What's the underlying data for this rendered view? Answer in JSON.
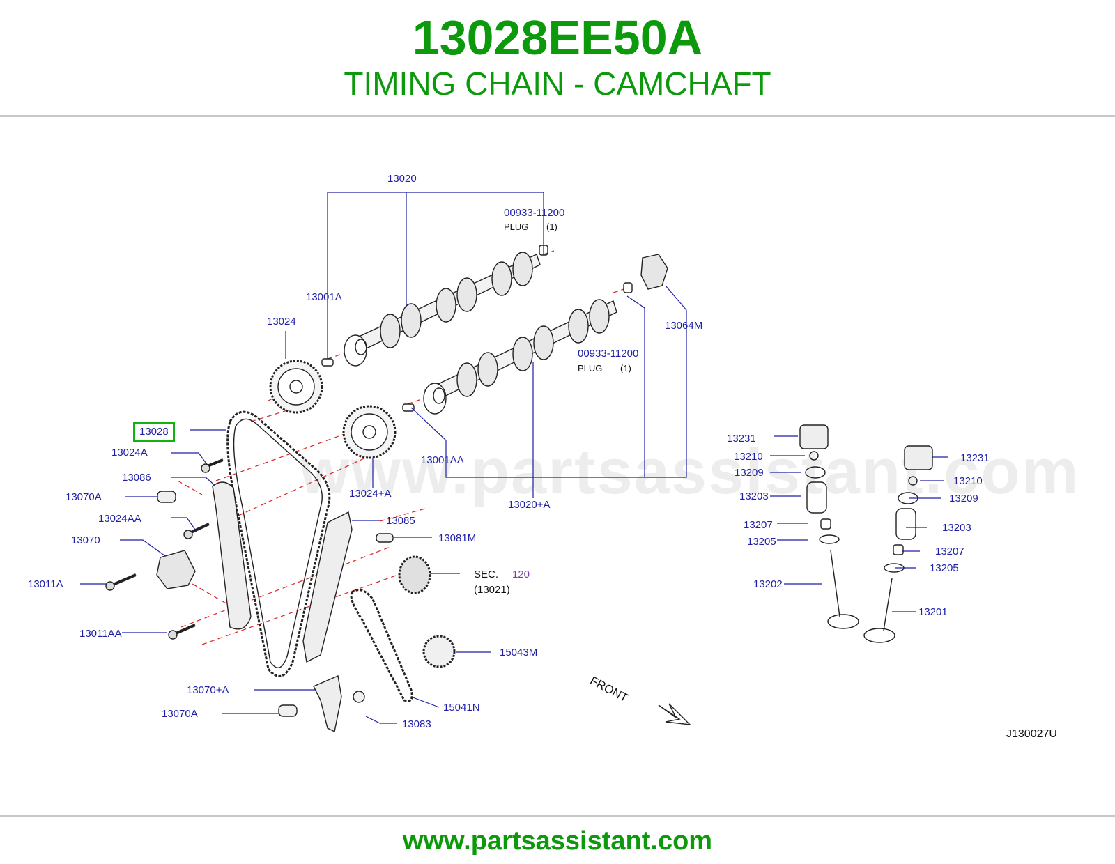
{
  "header": {
    "part_number": "13028EE50A",
    "description": "TIMING CHAIN - CAMCHAFT"
  },
  "diagram": {
    "watermark": "www.partsassistant.com",
    "code": "J130027U",
    "front_label": "FRONT",
    "labels": {
      "l13020": "13020",
      "l00933a": "00933-11200",
      "plug_a": "PLUG",
      "plug_a_qty": "(1)",
      "l13001A": "13001A",
      "l13024": "13024",
      "l13064M": "13064M",
      "l00933b": "00933-11200",
      "plug_b": "PLUG",
      "plug_b_qty": "(1)",
      "l13028": "13028",
      "l13024A": "13024A",
      "l13001AA": "13001AA",
      "l13086": "13086",
      "l13024pA": "13024+A",
      "l13020pA": "13020+A",
      "l13070A_top": "13070A",
      "l13024AA": "13024AA",
      "l13085": "13085",
      "l13070": "13070",
      "l13081M": "13081M",
      "l13011A": "13011A",
      "sec": "SEC.",
      "sec_num": "120",
      "sec_sub": "(13021)",
      "l13011AA": "13011AA",
      "l15043M": "15043M",
      "l13070pA": "13070+A",
      "l15041N": "15041N",
      "l13070A_bot": "13070A",
      "l13083": "13083",
      "l13231_l": "13231",
      "l13210_l": "13210",
      "l13209_l": "13209",
      "l13203_l": "13203",
      "l13207_l": "13207",
      "l13205_l": "13205",
      "l13202": "13202",
      "l13231_r": "13231",
      "l13210_r": "13210",
      "l13209_r": "13209",
      "l13203_r": "13203",
      "l13207_r": "13207",
      "l13205_r": "13205",
      "l13201": "13201"
    }
  },
  "footer": {
    "url": "www.partsassistant.com"
  },
  "colors": {
    "brand_green": "#0c9a0c",
    "label_blue": "#1f1fa8",
    "highlight_green": "#13b213",
    "leader_red": "#e02020"
  }
}
